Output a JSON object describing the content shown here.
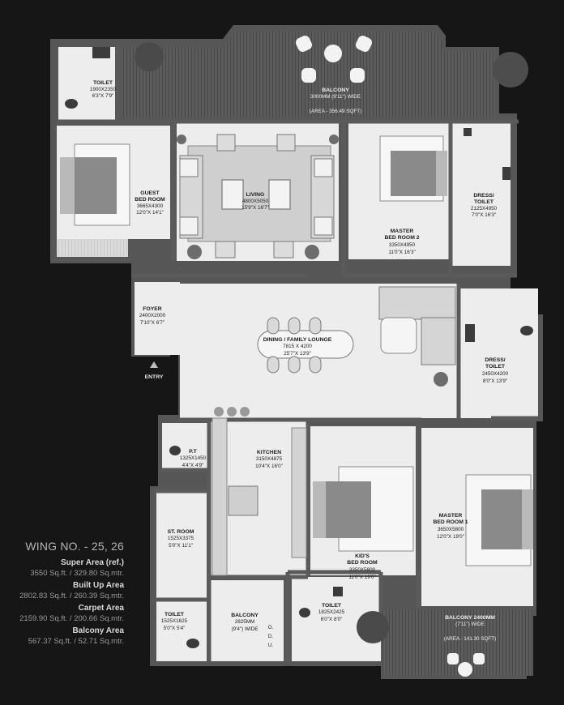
{
  "rooms": {
    "toilet_top": {
      "name": "TOILET",
      "dim": "1900X2350",
      "imp": "6'3\"X 7'9\""
    },
    "balcony_top": {
      "name": "BALCONY",
      "dim": "3000MM (9'11\") WIDE",
      "area": "(AREA - 356.49 SQFT)"
    },
    "guest": {
      "name1": "GUEST",
      "name2": "BED ROOM",
      "dim": "3665X4300",
      "imp": "12'0\"X 14'1\""
    },
    "living": {
      "name": "LIVING",
      "dim": "4800X5050",
      "imp": "15'9\"X 16'7\""
    },
    "master2": {
      "name1": "MASTER",
      "name2": "BED ROOM 2",
      "dim": "3350X4950",
      "imp": "11'0\"X 16'3\""
    },
    "dress_top": {
      "name1": "DRESS/",
      "name2": "TOILET",
      "dim": "2125X4950",
      "imp": "7'0\"X 16'3\""
    },
    "foyer": {
      "name": "FOYER",
      "dim": "2400X2000",
      "imp": "7'10\"X 6'7\""
    },
    "dining": {
      "name": "DINING / FAMILY LOUNGE",
      "dim": "7815 X 4200",
      "imp": "25'7\"X 13'9\""
    },
    "entry": {
      "name": "ENTRY"
    },
    "dress_mid": {
      "name1": "DRESS/",
      "name2": "TOILET",
      "dim": "2450X4200",
      "imp": "8'0\"X 13'9\""
    },
    "pt": {
      "name": "P.T",
      "dim": "1325X1450",
      "imp": "4'4\"X 4'9\""
    },
    "kitchen": {
      "name": "KITCHEN",
      "dim": "3150X4875",
      "imp": "10'4\"X 16'0\""
    },
    "master1": {
      "name1": "MASTER",
      "name2": "BED ROOM 1",
      "dim": "3650X5800",
      "imp": "12'0\"X 19'0\""
    },
    "st_room": {
      "name": "ST. ROOM",
      "dim": "1525X3375",
      "imp": "5'0\"X 11'1\""
    },
    "kids": {
      "name1": "KID'S",
      "name2": "BED ROOM",
      "dim": "3350X5800",
      "imp": "11'0\"X 19'0\""
    },
    "toilet_left": {
      "name": "TOILET",
      "dim": "1525X1625",
      "imp": "5'0\"X 5'4\""
    },
    "balcony_small": {
      "name": "BALCONY",
      "dim": "2825MM",
      "imp": "(9'4\") WIDE"
    },
    "odu": {
      "l1": "O.",
      "l2": "D.",
      "l3": "U."
    },
    "toilet_bottom": {
      "name": "TOILET",
      "dim": "1825X2425",
      "imp": "6'0\"X 8'0\""
    },
    "balcony_bottom": {
      "name": "BALCONY 2400MM",
      "dim": "(7'11\") WIDE",
      "area": "(AREA - 141.30 SQFT)"
    }
  },
  "info": {
    "wing": "WING NO. - 25, 26",
    "items": [
      {
        "label": "Super Area (ref.)",
        "value": "3550 Sq.ft. / 329.80 Sq.mtr."
      },
      {
        "label": "Built Up Area",
        "value": "2802.83 Sq.ft. / 260.39 Sq.mtr."
      },
      {
        "label": "Carpet Area",
        "value": "2159.90 Sq.ft. / 200.66 Sq.mtr."
      },
      {
        "label": "Balcony Area",
        "value": "567.37 Sq.ft. / 52.71 Sq.mtr."
      }
    ]
  },
  "colors": {
    "background": "#161616",
    "wall": "#555555",
    "floor": "#ededed",
    "deck": "#5a5a5a"
  }
}
